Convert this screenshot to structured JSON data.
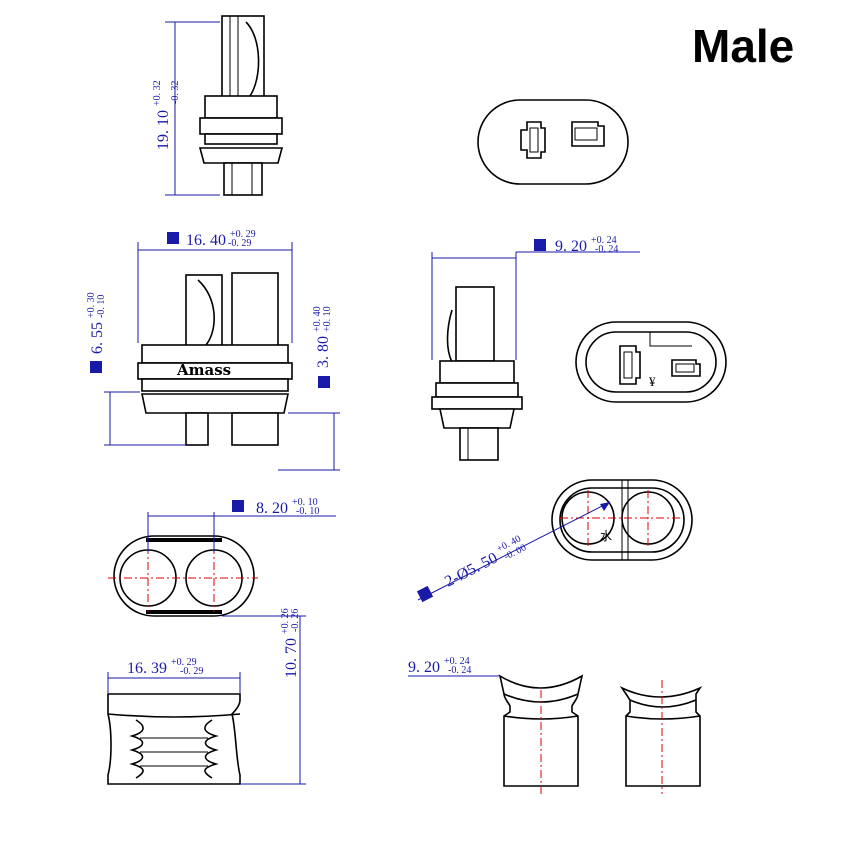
{
  "title": "Male",
  "brand": "Amass",
  "dimensions": {
    "overall_length": {
      "value": "19. 10",
      "tol_upper": "+0. 32",
      "tol_lower": "-0. 32"
    },
    "front_width": {
      "value": "16. 40",
      "tol_upper": "+0. 29",
      "tol_lower": "-0. 29"
    },
    "pin_height_left": {
      "value": "6. 55",
      "tol_upper": "+0. 30",
      "tol_lower": "-0. 10"
    },
    "pin_height_right": {
      "value": "3. 80",
      "tol_upper": "+0. 40",
      "tol_lower": "+0. 10"
    },
    "side_width": {
      "value": "9. 20",
      "tol_upper": "+0. 24",
      "tol_lower": "-0. 24"
    },
    "pin_spacing": {
      "value": "8. 20",
      "tol_upper": "+0. 10",
      "tol_lower": "-0. 10"
    },
    "hole_diameter": {
      "value": "2-Ø5. 50",
      "tol_upper": "+0. 40",
      "tol_lower": "-0. 00"
    },
    "cap_height": {
      "value": "10. 70",
      "tol_upper": "+0. 26",
      "tol_lower": "-0. 26"
    },
    "cap_width": {
      "value": "16. 39",
      "tol_upper": "+0. 29",
      "tol_lower": "-0. 29"
    },
    "cap_side_width": {
      "value": "9. 20",
      "tol_upper": "+0. 24",
      "tol_lower": "-0. 24"
    }
  },
  "polarity_marks": {
    "face": "¥",
    "end": "水"
  },
  "colors": {
    "dimension": "#1a1aa8",
    "centerline": "#e00000",
    "outline": "#000000"
  }
}
